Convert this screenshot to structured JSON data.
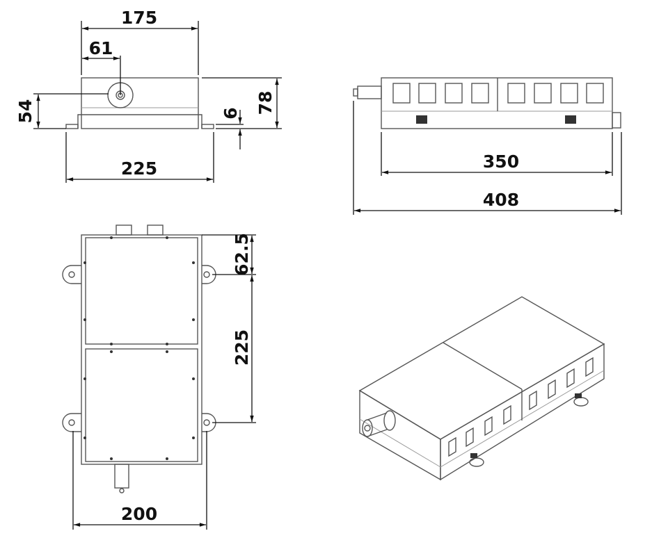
{
  "title": "Laser module dimension drawing",
  "front_view": {
    "width_top": "175",
    "connector_offset": "61",
    "connector_height": "54",
    "total_height": "78",
    "foot_thickness": "6",
    "base_width": "225"
  },
  "side_view": {
    "body_length": "350",
    "total_length": "408"
  },
  "top_view": {
    "ear_offset": "62.5",
    "ear_spacing": "225",
    "ear_width": "200"
  },
  "colors": {
    "line": "#555555",
    "dimension": "#111111"
  }
}
